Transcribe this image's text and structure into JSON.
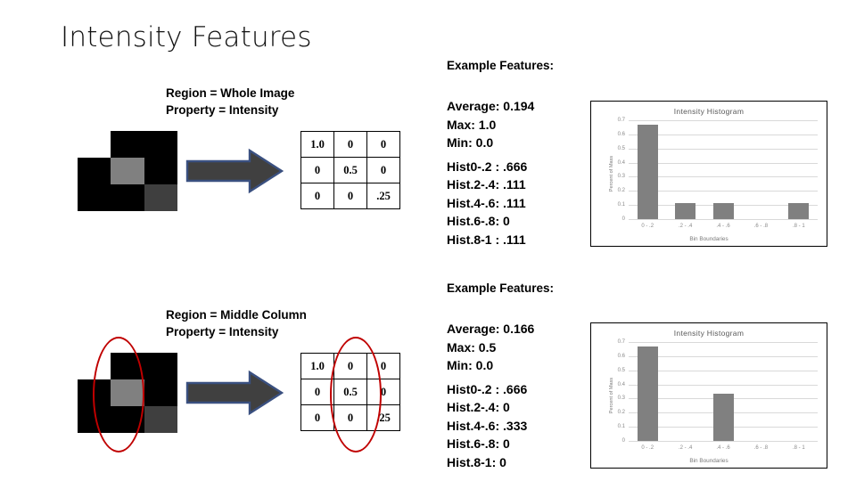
{
  "slide": {
    "title": "Intensity Features"
  },
  "rows": [
    {
      "caption": {
        "region": "Region = Whole Image",
        "property": "Property = Intensity"
      },
      "image_grid": {
        "cells": [
          "#FFFFFF",
          "#000000",
          "#000000",
          "#000000",
          "#808080",
          "#000000",
          "#000000",
          "#000000",
          "#3F3F3F"
        ]
      },
      "matrix": {
        "rows": [
          [
            "1.0",
            "0",
            "0"
          ],
          [
            "0",
            "0.5",
            "0"
          ],
          [
            "0",
            "0",
            ".25"
          ]
        ]
      },
      "highlight": false,
      "features_heading": "Example Features:",
      "features": [
        "Average: 0.194",
        "Max: 1.0",
        "Min: 0.0",
        "Hist0-.2 : .666",
        "Hist.2-.4: .111",
        "Hist.4-.6: .111",
        "Hist.6-.8: 0",
        "Hist.8-1 : .111"
      ],
      "chart_data": {
        "type": "bar",
        "title": "Intensity Histogram",
        "xlabel": "Bin Boundaries",
        "ylabel": "Percent of Mass",
        "categories": [
          "0 - .2",
          ".2 - .4",
          ".4 - .6",
          ".6 - .8",
          ".8 - 1"
        ],
        "values": [
          0.666,
          0.111,
          0.111,
          0,
          0.111
        ],
        "yticks": [
          "0",
          "0.1",
          "0.2",
          "0.3",
          "0.4",
          "0.5",
          "0.6",
          "0.7"
        ],
        "ylim": [
          0,
          0.7
        ],
        "grid": true,
        "legend": "none",
        "bar_color": "#808080"
      }
    },
    {
      "caption": {
        "region": "Region = Middle Column",
        "property": "Property = Intensity"
      },
      "image_grid": {
        "cells": [
          "#FFFFFF",
          "#000000",
          "#000000",
          "#000000",
          "#808080",
          "#000000",
          "#000000",
          "#000000",
          "#3F3F3F"
        ]
      },
      "matrix": {
        "rows": [
          [
            "1.0",
            "0",
            "0"
          ],
          [
            "0",
            "0.5",
            "0"
          ],
          [
            "0",
            "0",
            ".25"
          ]
        ]
      },
      "highlight": true,
      "highlight_color": "#C00000",
      "features_heading": "Example Features:",
      "features": [
        "Average: 0.166",
        "Max: 0.5",
        "Min: 0.0",
        "Hist0-.2 : .666",
        "Hist.2-.4: 0",
        "Hist.4-.6: .333",
        "Hist.6-.8: 0",
        "Hist.8-1: 0"
      ],
      "chart_data": {
        "type": "bar",
        "title": "Intensity Histogram",
        "xlabel": "Bin Boundaries",
        "ylabel": "Percent of Mass",
        "categories": [
          "0 - .2",
          ".2 - .4",
          ".4 - .6",
          ".6 - .8",
          ".8 - 1"
        ],
        "values": [
          0.666,
          0,
          0.333,
          0,
          0
        ],
        "yticks": [
          "0",
          "0.1",
          "0.2",
          "0.3",
          "0.4",
          "0.5",
          "0.6",
          "0.7"
        ],
        "ylim": [
          0,
          0.7
        ],
        "grid": true,
        "legend": "none",
        "bar_color": "#808080"
      }
    }
  ],
  "arrow": {
    "fill": "#404040",
    "stroke": "#3A5080",
    "name": "right-arrow"
  }
}
